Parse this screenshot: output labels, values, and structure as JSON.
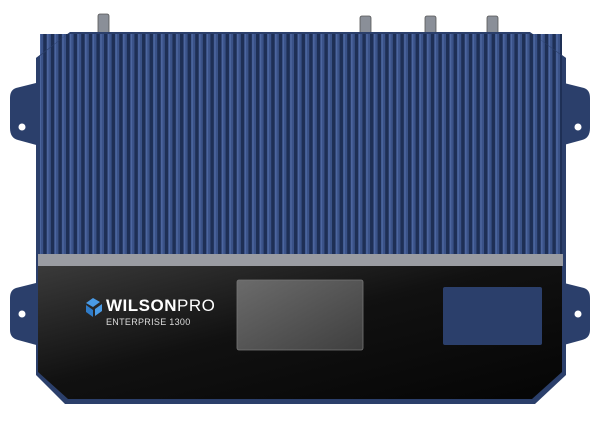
{
  "product": {
    "brand_main": "WILSON",
    "brand_suffix": "PRO",
    "model": "ENTERPRISE 1300",
    "colors": {
      "body": "#2b3f6b",
      "panel": "#111111",
      "accent": "#3d8fdd"
    }
  }
}
